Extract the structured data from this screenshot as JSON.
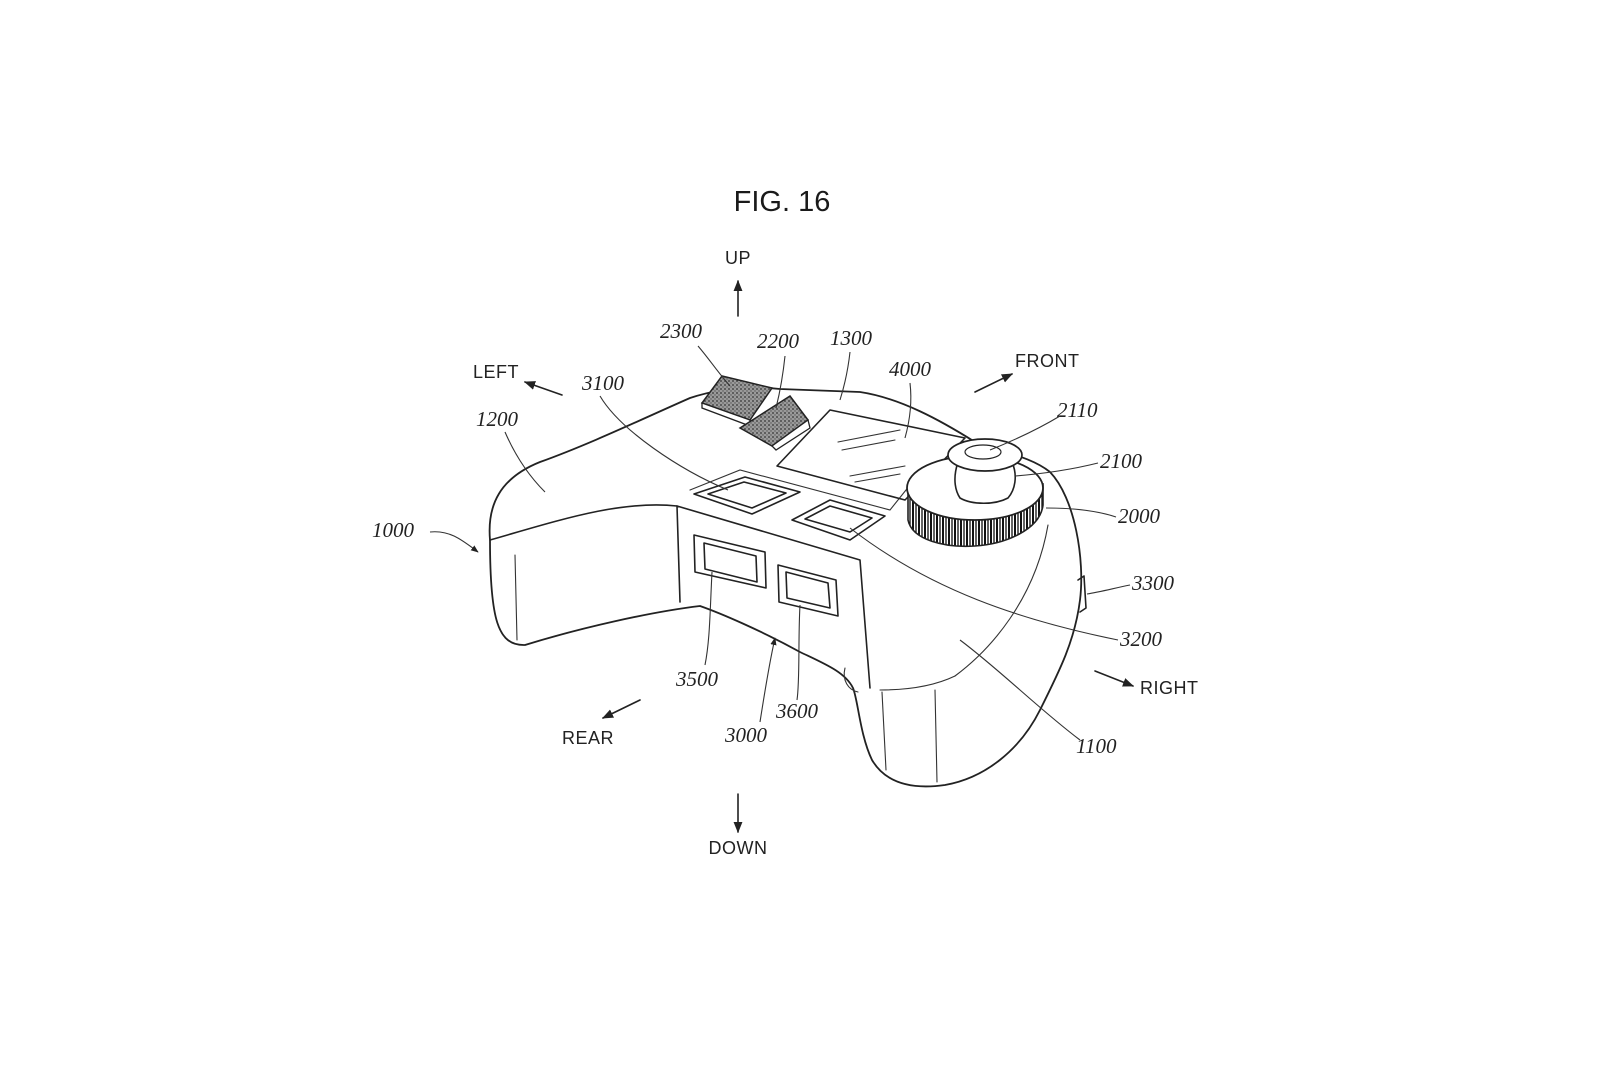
{
  "figure": {
    "title": "FIG. 16",
    "directions": {
      "up": "UP",
      "down": "DOWN",
      "left": "LEFT",
      "right": "RIGHT",
      "front": "FRONT",
      "rear": "REAR"
    },
    "reference_numerals": {
      "r1000": "1000",
      "r1100": "1100",
      "r1200": "1200",
      "r1300": "1300",
      "r2000": "2000",
      "r2100": "2100",
      "r2110": "2110",
      "r2200": "2200",
      "r2300": "2300",
      "r3000": "3000",
      "r3100": "3100",
      "r3200": "3200",
      "r3300": "3300",
      "r3500": "3500",
      "r3600": "3600",
      "r4000": "4000"
    }
  }
}
